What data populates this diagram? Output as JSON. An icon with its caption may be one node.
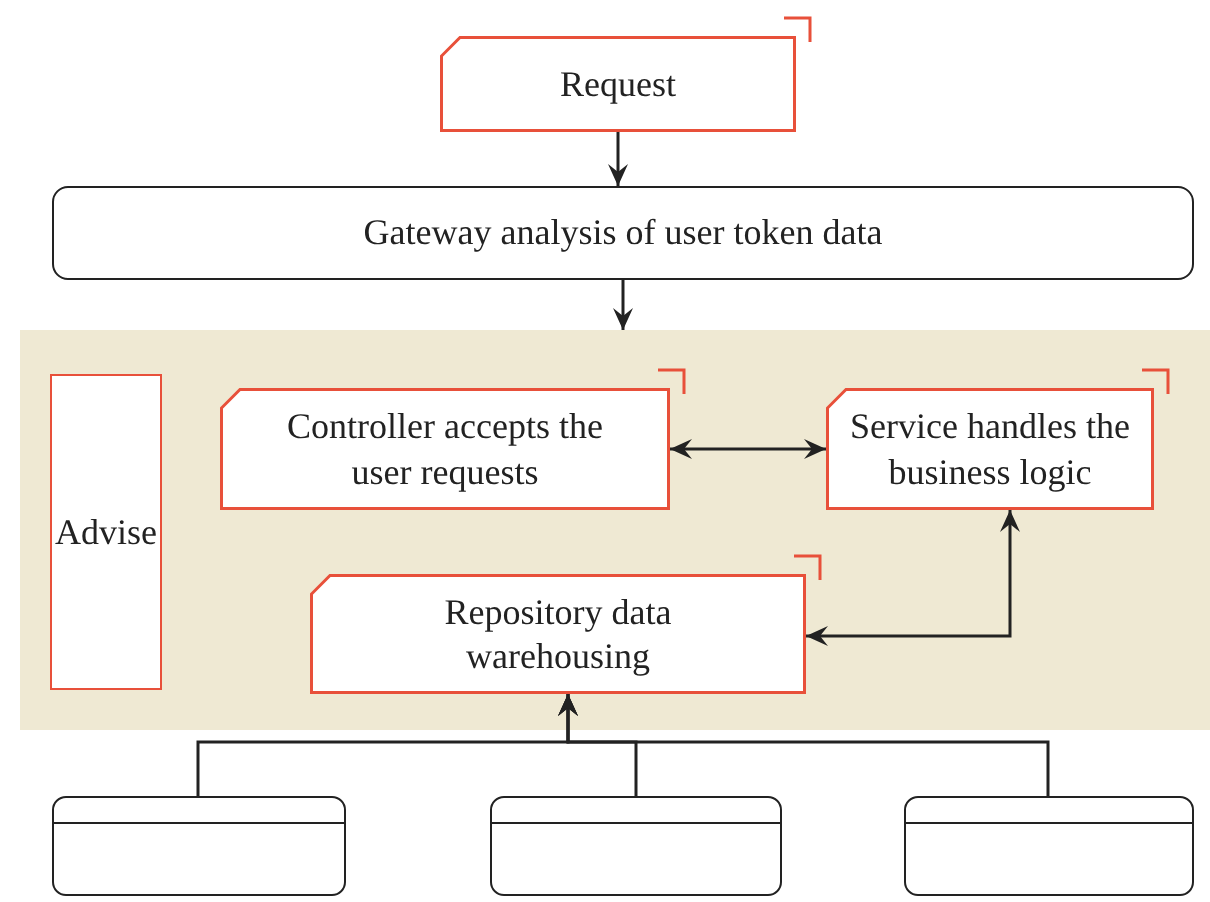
{
  "diagram": {
    "nodes": [
      {
        "text": [
          "Request"
        ]
      },
      {
        "text": [
          "Gateway analysis of user token data"
        ]
      },
      {
        "text": [],
        "shape": "box"
      },
      {
        "text": [
          "Advise"
        ],
        "in": 2
      },
      {
        "text": [
          "Controller accepts the user requests"
        ],
        "in": 2
      },
      {
        "text": [
          "Service handles the business logic"
        ],
        "in": 2
      },
      {
        "text": [
          "Repository data warehousing"
        ],
        "in": 2
      },
      {
        "text": [],
        "shape": "box"
      },
      {
        "text": [],
        "shape": "box"
      },
      {
        "text": [],
        "shape": "box"
      }
    ],
    "edges": [
      {
        "from": 0,
        "to": 1,
        "arrow": "to"
      },
      {
        "from": 1,
        "to": 2,
        "arrow": "to"
      },
      {
        "from": 4,
        "to": 5,
        "arrow": "both"
      },
      {
        "from": 6,
        "to": 5,
        "arrow": "both"
      },
      {
        "from": 7,
        "to": 6,
        "arrow": "to"
      },
      {
        "from": 8,
        "to": 6,
        "arrow": "to"
      },
      {
        "from": 9,
        "to": 6,
        "arrow": "to"
      }
    ]
  }
}
